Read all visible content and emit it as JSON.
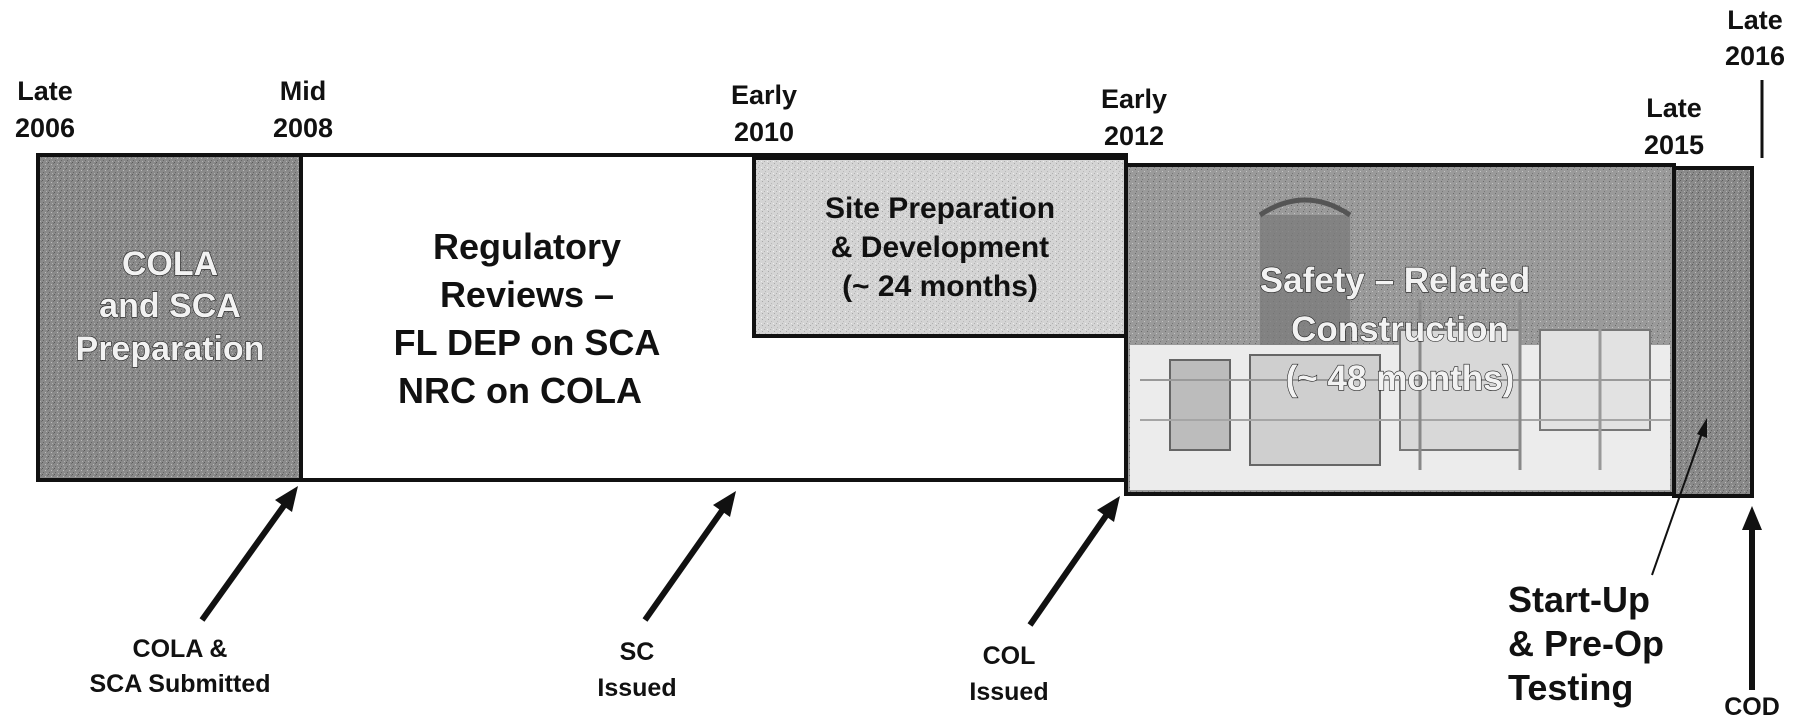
{
  "dates": {
    "late_2006": [
      "Late",
      "2006"
    ],
    "mid_2008": [
      "Mid",
      "2008"
    ],
    "early_2010": [
      "Early",
      "2010"
    ],
    "early_2012": [
      "Early",
      "2012"
    ],
    "late_2015": [
      "Late",
      "2015"
    ],
    "late_2016": [
      "Late",
      "2016"
    ]
  },
  "phases": {
    "cola_sca_prep": [
      "COLA",
      "and SCA",
      "Preparation"
    ],
    "regulatory_reviews": [
      "Regulatory",
      "Reviews –",
      "FL DEP on SCA",
      "NRC on COLA"
    ],
    "site_prep": [
      "Site Preparation",
      "& Development",
      "(~ 24 months)"
    ],
    "safety_construction": [
      "Safety – Related",
      "Construction",
      "(~ 48 months)"
    ]
  },
  "milestones": {
    "cola_sca_submitted": [
      "COLA &",
      "SCA Submitted"
    ],
    "sc_issued": [
      "SC",
      "Issued"
    ],
    "col_issued": [
      "COL",
      "Issued"
    ],
    "startup_testing": [
      "Start-Up",
      "& Pre-Op",
      "Testing"
    ],
    "cod": "COD"
  }
}
